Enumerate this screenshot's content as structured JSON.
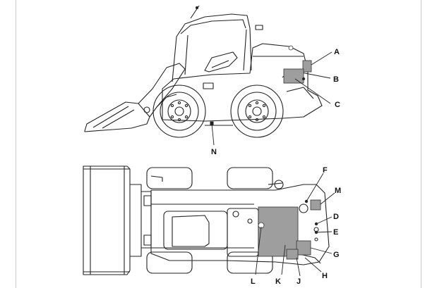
{
  "callouts": {
    "A": "A",
    "B": "B",
    "C": "C",
    "D": "D",
    "E": "E",
    "F": "F",
    "G": "G",
    "H": "H",
    "J": "J",
    "K": "K",
    "L": "L",
    "M": "M",
    "N": "N"
  },
  "colors": {
    "line": "#222222",
    "highlight": "#9e9e9e",
    "frame": "#c9c9c9",
    "background": "#ffffff"
  }
}
